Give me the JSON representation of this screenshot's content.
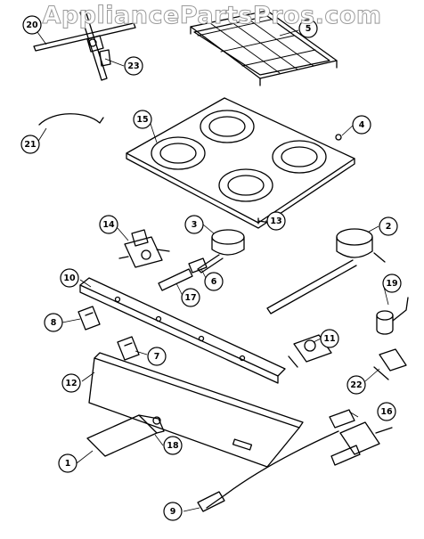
{
  "watermark": "AppliancePartsPros.com",
  "callouts": [
    {
      "id": "1",
      "label": "1"
    },
    {
      "id": "2",
      "label": "2"
    },
    {
      "id": "3",
      "label": "3"
    },
    {
      "id": "4",
      "label": "4"
    },
    {
      "id": "5",
      "label": "5"
    },
    {
      "id": "6",
      "label": "6"
    },
    {
      "id": "7",
      "label": "7"
    },
    {
      "id": "8",
      "label": "8"
    },
    {
      "id": "9",
      "label": "9"
    },
    {
      "id": "10",
      "label": "10"
    },
    {
      "id": "11",
      "label": "11"
    },
    {
      "id": "12",
      "label": "12"
    },
    {
      "id": "13",
      "label": "13"
    },
    {
      "id": "14",
      "label": "14"
    },
    {
      "id": "15",
      "label": "15"
    },
    {
      "id": "16",
      "label": "16"
    },
    {
      "id": "17",
      "label": "17"
    },
    {
      "id": "18",
      "label": "18"
    },
    {
      "id": "19",
      "label": "19"
    },
    {
      "id": "20",
      "label": "20"
    },
    {
      "id": "21",
      "label": "21"
    },
    {
      "id": "22",
      "label": "22"
    },
    {
      "id": "23",
      "label": "23"
    }
  ]
}
